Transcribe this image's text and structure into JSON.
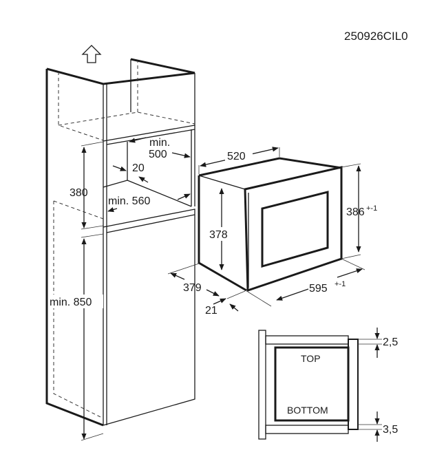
{
  "code": "250926CIL0",
  "cabinet": {
    "min_500": [
      "min.",
      "500"
    ],
    "dim_20": "20",
    "dim_380": "380",
    "min_560": "min. 560",
    "min_850": "min. 850"
  },
  "appliance": {
    "dim_520": "520",
    "dim_378": "378",
    "dim_386": "386",
    "dim_386_tol": "+-1",
    "dim_379": "379",
    "dim_595": "595",
    "dim_595_tol": "+-1",
    "dim_21": "21"
  },
  "section": {
    "top": "TOP",
    "bottom": "BOTTOM",
    "gap_top": "2,5",
    "gap_bottom": "3,5"
  }
}
